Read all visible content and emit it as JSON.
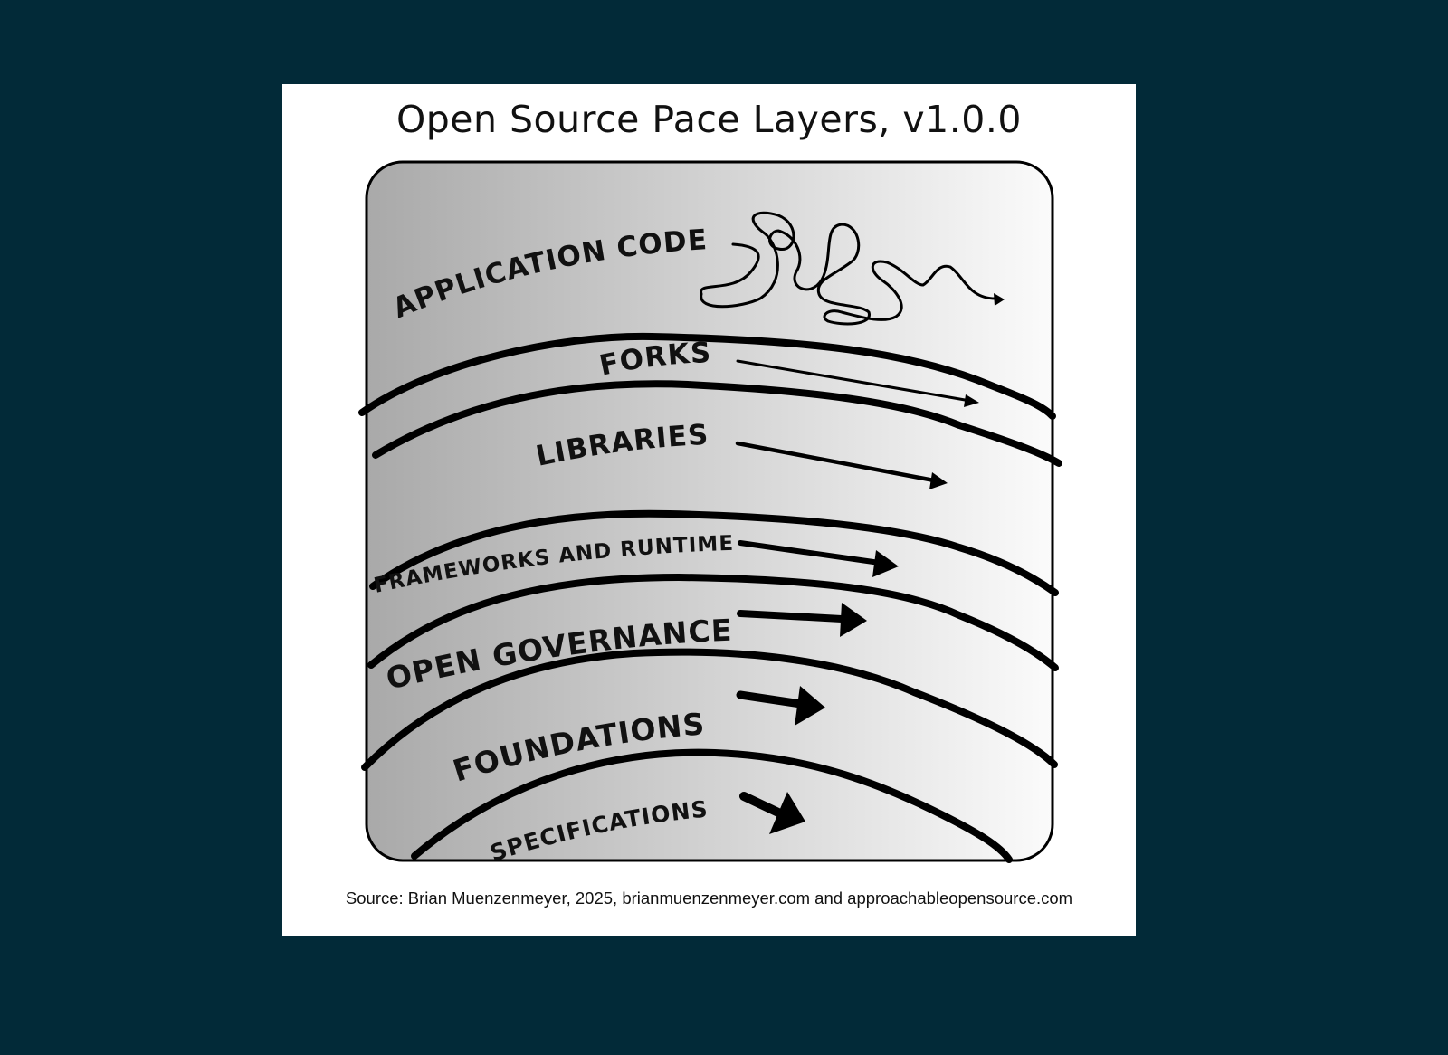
{
  "title": "Open Source Pace Layers, v1.0.0",
  "layers": [
    {
      "label": "APPLICATION CODE"
    },
    {
      "label": "FORKS"
    },
    {
      "label": "LIBRARIES"
    },
    {
      "label": "FRAMEWORKS AND RUNTIMES"
    },
    {
      "label": "OPEN GOVERNANCE"
    },
    {
      "label": "FOUNDATIONS"
    },
    {
      "label": "SPECIFICATIONS"
    }
  ],
  "source": "Source: Brian Muenzenmeyer, 2025, brianmuenzenmeyer.com and approachableopensource.com",
  "colors": {
    "background": "#022a38",
    "card": "#ffffff",
    "ink": "#000000"
  }
}
